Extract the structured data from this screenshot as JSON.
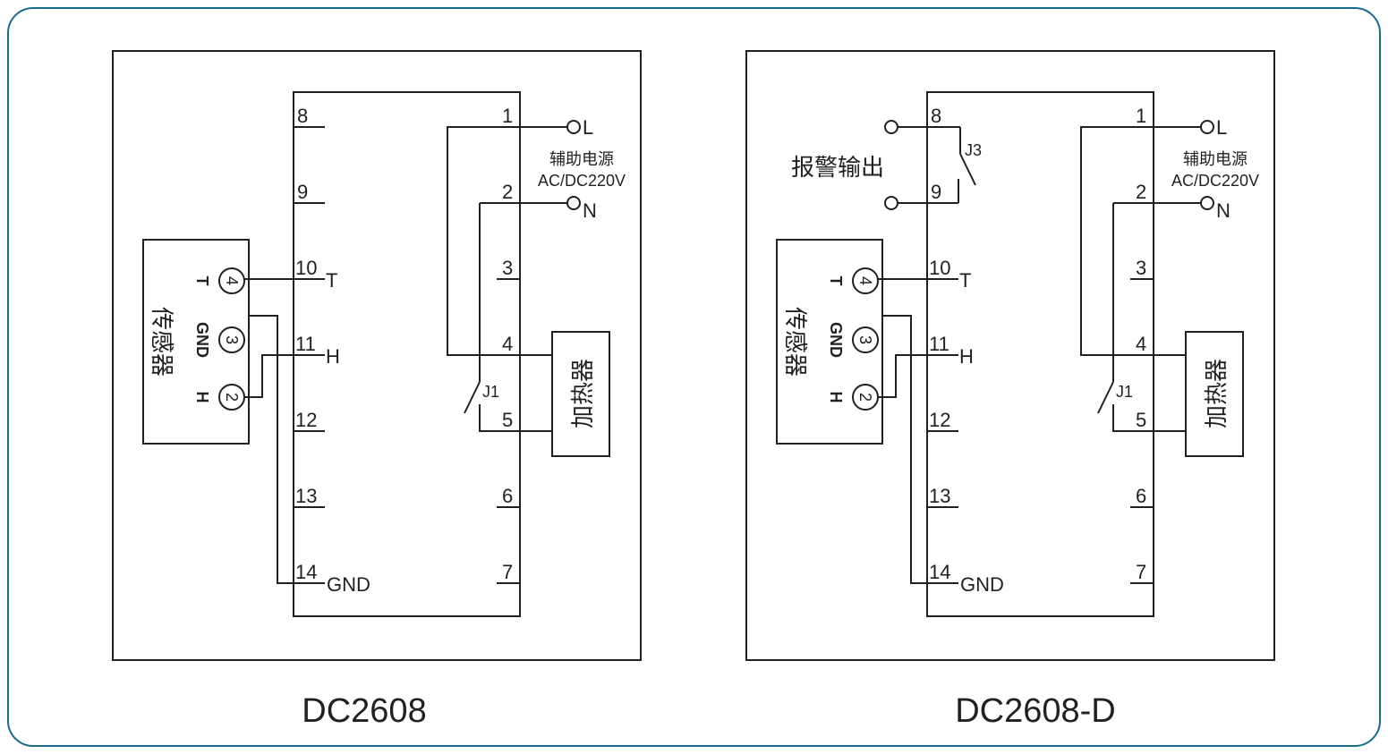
{
  "diagram_left": {
    "model": "DC2608",
    "terminals": [
      "8",
      "9",
      "10",
      "11",
      "12",
      "13",
      "14",
      "1",
      "2",
      "3",
      "4",
      "5",
      "6",
      "7"
    ],
    "terminal_labels": {
      "t10": "T",
      "t11": "H",
      "t14": "GND"
    },
    "power": {
      "line_label": "L",
      "neutral_label": "N",
      "title": "辅助电源",
      "spec": "AC/DC220V"
    },
    "sensor": {
      "name": "传感器",
      "pins": [
        "4",
        "3",
        "2"
      ],
      "pin_labels": [
        "T",
        "GND",
        "H"
      ]
    },
    "heater": "加热器",
    "relay_heater": "J1"
  },
  "diagram_right": {
    "model": "DC2608-D",
    "terminals": [
      "8",
      "9",
      "10",
      "11",
      "12",
      "13",
      "14",
      "1",
      "2",
      "3",
      "4",
      "5",
      "6",
      "7"
    ],
    "terminal_labels": {
      "t10": "T",
      "t11": "H",
      "t14": "GND"
    },
    "power": {
      "line_label": "L",
      "neutral_label": "N",
      "title": "辅助电源",
      "spec": "AC/DC220V"
    },
    "sensor": {
      "name": "传感器",
      "pins": [
        "4",
        "3",
        "2"
      ],
      "pin_labels": [
        "T",
        "GND",
        "H"
      ]
    },
    "heater": "加热器",
    "relay_heater": "J1",
    "relay_alarm": "J3",
    "alarm_output": "报警输出"
  },
  "colors": {
    "frame": "#1a6b8a",
    "ink": "#231f20"
  }
}
